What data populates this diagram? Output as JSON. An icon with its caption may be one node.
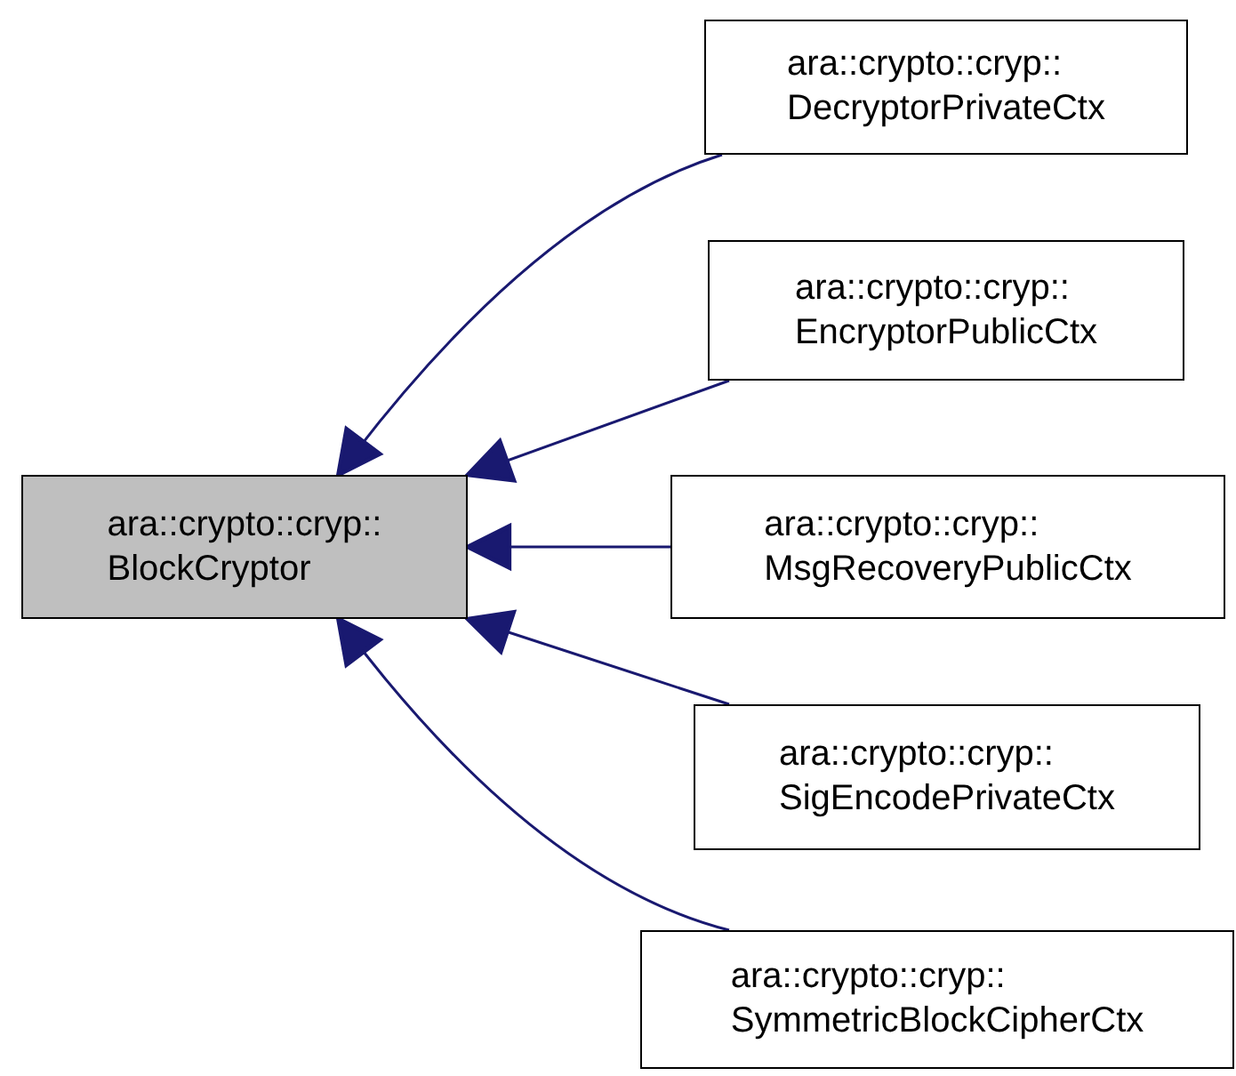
{
  "diagram": {
    "nodes": [
      {
        "text": [
          "ara::crypto::cryp:: BlockCryptor"
        ]
      },
      {
        "text": [
          "ara::crypto::cryp:: DecryptorPrivateCtx"
        ]
      },
      {
        "text": [
          "ara::crypto::cryp:: EncryptorPublicCtx"
        ]
      },
      {
        "text": [
          "ara::crypto::cryp:: MsgRecoveryPublicCtx"
        ]
      },
      {
        "text": [
          "ara::crypto::cryp:: SigEncodePrivateCtx"
        ]
      },
      {
        "text": [
          "ara::crypto::cryp:: SymmetricBlockCipherCtx"
        ]
      }
    ],
    "edges": [
      {
        "from": 1,
        "to": 0,
        "arrow": "to"
      },
      {
        "from": 2,
        "to": 0,
        "arrow": "to"
      },
      {
        "from": 3,
        "to": 0,
        "arrow": "to"
      },
      {
        "from": 4,
        "to": 0,
        "arrow": "to"
      },
      {
        "from": 5,
        "to": 0,
        "arrow": "to"
      }
    ]
  }
}
